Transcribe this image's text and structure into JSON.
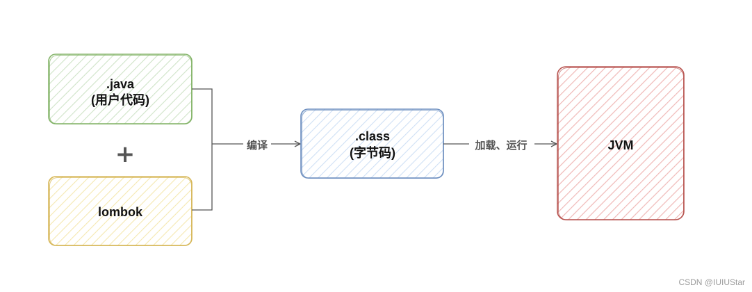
{
  "nodes": {
    "java": {
      "line1": ".java",
      "line2": "(用户代码)"
    },
    "lombok": {
      "label": "lombok"
    },
    "class": {
      "line1": ".class",
      "line2": "(字节码)"
    },
    "jvm": {
      "label": "JVM"
    }
  },
  "operator": "+",
  "edges": {
    "compile": "编译",
    "load_run": "加载、运行"
  },
  "watermark": "CSDN @IUIUStar",
  "colors": {
    "java_stroke": "#82b366",
    "java_hatch": "#cfe3c8",
    "lombok_stroke": "#d6b656",
    "lombok_hatch": "#f5e8b0",
    "class_stroke": "#6c8ebf",
    "class_hatch": "#cfe0f5",
    "jvm_stroke": "#b85450",
    "jvm_hatch": "#f0b9b7",
    "edge": "#555555"
  }
}
